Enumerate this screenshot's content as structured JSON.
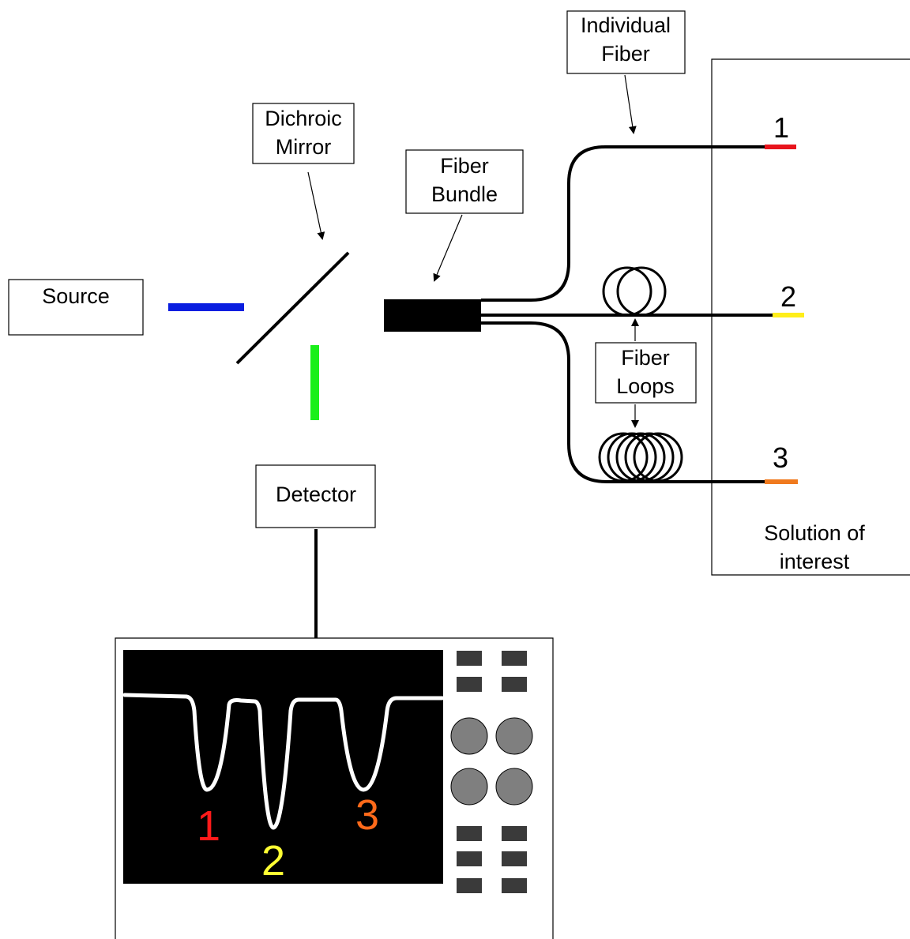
{
  "labels": {
    "source": "Source",
    "dichroic_line1": "Dichroic",
    "dichroic_line2": "Mirror",
    "fiber_bundle_line1": "Fiber",
    "fiber_bundle_line2": "Bundle",
    "individual_fiber_line1": "Individual",
    "individual_fiber_line2": "Fiber",
    "fiber_loops_line1": "Fiber",
    "fiber_loops_line2": "Loops",
    "detector": "Detector",
    "solution_line1": "Solution of",
    "solution_line2": "interest"
  },
  "fiber_tips": [
    {
      "number": "1",
      "color": "#e8141c"
    },
    {
      "number": "2",
      "color": "#ffee1a"
    },
    {
      "number": "3",
      "color": "#f07a1e"
    }
  ],
  "dip_labels": [
    {
      "number": "1",
      "color": "#ff1a1a"
    },
    {
      "number": "2",
      "color": "#ffff33"
    },
    {
      "number": "3",
      "color": "#ff6a1a"
    }
  ],
  "colors": {
    "source_beam": "#0a1ee0",
    "detector_beam": "#1aef1a",
    "screen": "#000000",
    "trace": "#ffffff",
    "knob": "#7f7f7f",
    "button": "#3a3a3a"
  },
  "icons": {
    "dichroic_mirror": "diagonal-line",
    "fiber_loop": "coil-circles",
    "knob": "circle",
    "button": "rect"
  }
}
